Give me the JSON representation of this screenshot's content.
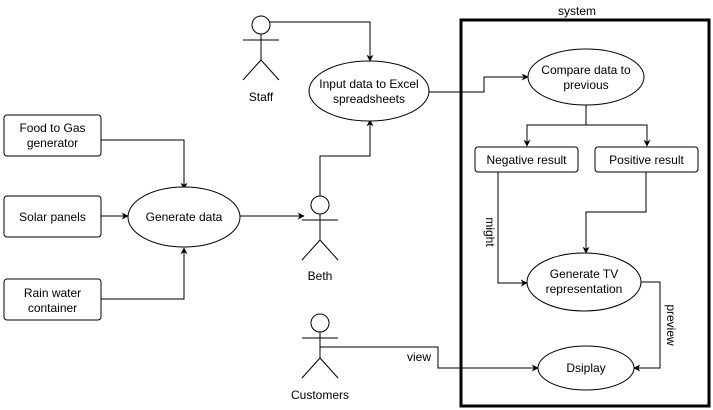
{
  "diagram": {
    "system_label": "system",
    "actors": {
      "staff": "Staff",
      "beth": "Beth",
      "customers": "Customers"
    },
    "boxes": {
      "food_to_gas": [
        "Food to Gas",
        "generator"
      ],
      "solar_panels": [
        "Solar panels"
      ],
      "rain_water": [
        "Rain water",
        "container"
      ],
      "negative_result": [
        "Negative result"
      ],
      "positive_result": [
        "Positive result"
      ]
    },
    "use_cases": {
      "generate_data": [
        "Generate data"
      ],
      "input_data": [
        "Input data to Excel",
        "spreadsheets"
      ],
      "compare_data": [
        "Compare data to",
        "previous"
      ],
      "generate_tv": [
        "Generate TV",
        "representation"
      ],
      "display": [
        "Dsiplay"
      ]
    },
    "edge_labels": {
      "might": "might",
      "preview": "preview",
      "view": "view"
    }
  }
}
